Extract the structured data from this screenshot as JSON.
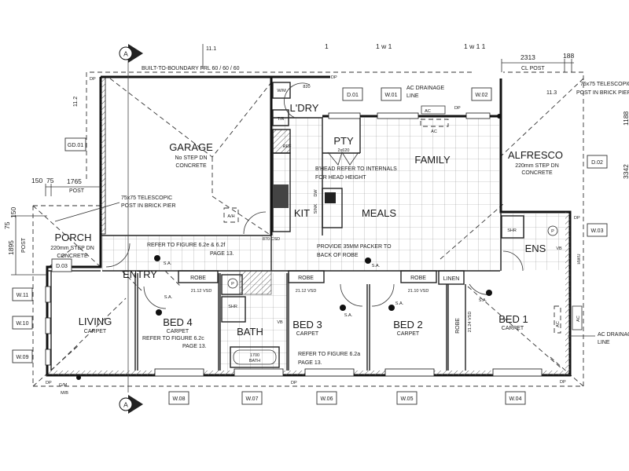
{
  "plan": {
    "section_marker": "A",
    "grid_ref_top": "11.1",
    "grid_ref_left": "11.2",
    "grid_ref_right": "11.3",
    "boundary_note": "BUILT-TO-BOUNDARY FRL 60 / 60 / 60",
    "top_fragments": [
      "1",
      "1 w 1",
      "1 w 1 1"
    ],
    "dims": {
      "cl_post": "2313",
      "cl_post_label": "CL POST",
      "d188": "188",
      "d150": "150",
      "d75": "75",
      "d1765": "1765",
      "post": "POST",
      "d1895": "1895",
      "d75b": "75",
      "d150b": "150",
      "d3342": "3342",
      "d1188": "1188"
    },
    "tags": {
      "d01": "D.01",
      "w01": "W.01",
      "w02": "W.02",
      "d02": "D.02",
      "w03": "W.03",
      "gd01": "GD.01",
      "d03": "D.03",
      "w11": "W.11",
      "w10": "W.10",
      "w09": "W.09",
      "w08": "W.08",
      "w07": "W.07",
      "w06": "W.06",
      "w05": "W.05",
      "w04": "W.04"
    },
    "notes": {
      "telescopic_1": "75x75 TELESCOPIC",
      "telescopic_2": "POST IN BRICK PIER",
      "ac_drain_1": "AC DRAINAGE",
      "ac_drain_2": "LINE",
      "bhead_1": "B'HEAD REFER TO INTERNALS",
      "bhead_2": "FOR HEAD HEIGHT",
      "packer_1": "PROVIDE 35MM PACKER TO",
      "packer_2": "BACK OF ROBE",
      "fig_e_1": "REFER TO FIGURE 6.2e & 6.2f",
      "fig_e_2": "PAGE 13.",
      "fig_c_1": "REFER TO FIGURE 6.2c",
      "fig_c_2": "PAGE 13.",
      "fig_a_1": "REFER TO FIGURE 6.2a",
      "fig_a_2": "PAGE 13."
    },
    "rooms": {
      "garage": "GARAGE",
      "garage_sub1": "No STEP DN",
      "garage_sub2": "CONCRETE",
      "porch": "PORCH",
      "porch_sub1": "220mm STEP DN",
      "porch_sub2": "CONCRETE",
      "laundry": "L'DRY",
      "pantry": "PTY",
      "pantry_sub": "2x620",
      "family": "FAMILY",
      "meals": "MEALS",
      "kitchen": "KIT",
      "alfresco": "ALFRESCO",
      "alfresco_sub1": "220mm STEP DN",
      "alfresco_sub2": "CONCRETE",
      "ensuite": "ENS",
      "entry": "ENTRY",
      "living": "LIVING",
      "bed4": "BED 4",
      "bath": "BATH",
      "bed3": "BED 3",
      "bed2": "BED 2",
      "bed1": "BED 1",
      "carpet": "CARPET",
      "robe": "ROBE",
      "linen": "LINEN"
    },
    "fixtures": {
      "dp": "DP",
      "ac": "AC",
      "ref": "REF",
      "ah": "A/H",
      "wm": "W/M",
      "tr": "T/R",
      "vb": "VB",
      "shr": "SHR",
      "wc": "P",
      "hwu": "HWU",
      "sa": "S.A.",
      "bath_size": "1700",
      "bath_label": "BATH",
      "vsd_2112": "21.12 VSD",
      "vsd_2110": "21.10 VSD",
      "vsd_2124": "21.24 VSD",
      "gm": "G/M",
      "mb": "M/B",
      "dw": "DW",
      "sink": "SINK",
      "door_820": "820",
      "door_870": "870 CSD"
    }
  }
}
